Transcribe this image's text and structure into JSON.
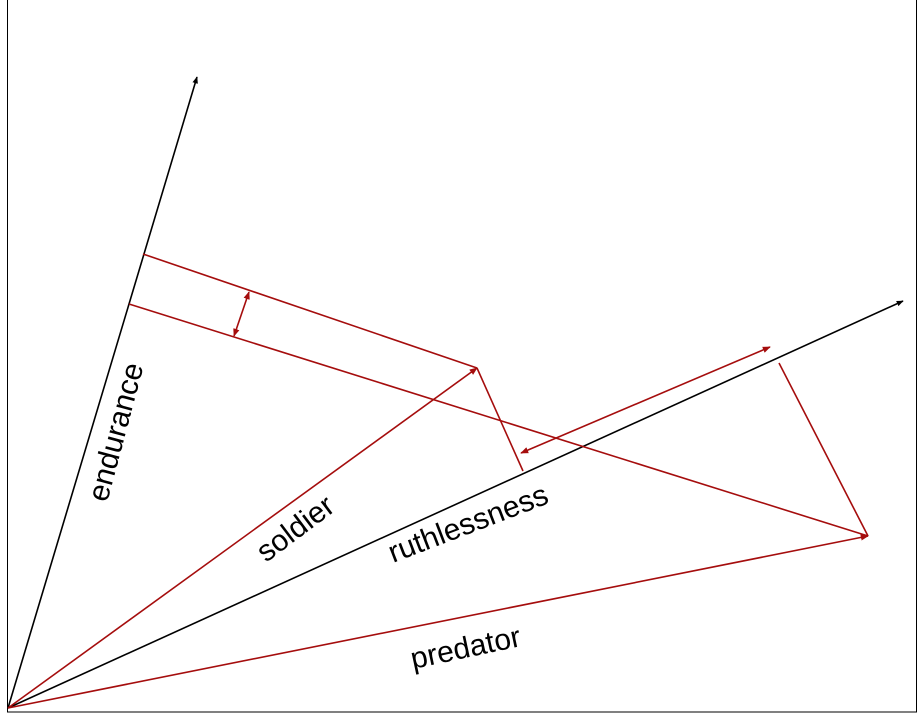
{
  "axes": {
    "endurance": "endurance",
    "ruthlessness": "ruthlessness"
  },
  "vectors": {
    "soldier": "soldier",
    "predator": "predator"
  },
  "colors": {
    "axis": "#000000",
    "vector": "#a50d0d",
    "background": "#ffffff"
  }
}
